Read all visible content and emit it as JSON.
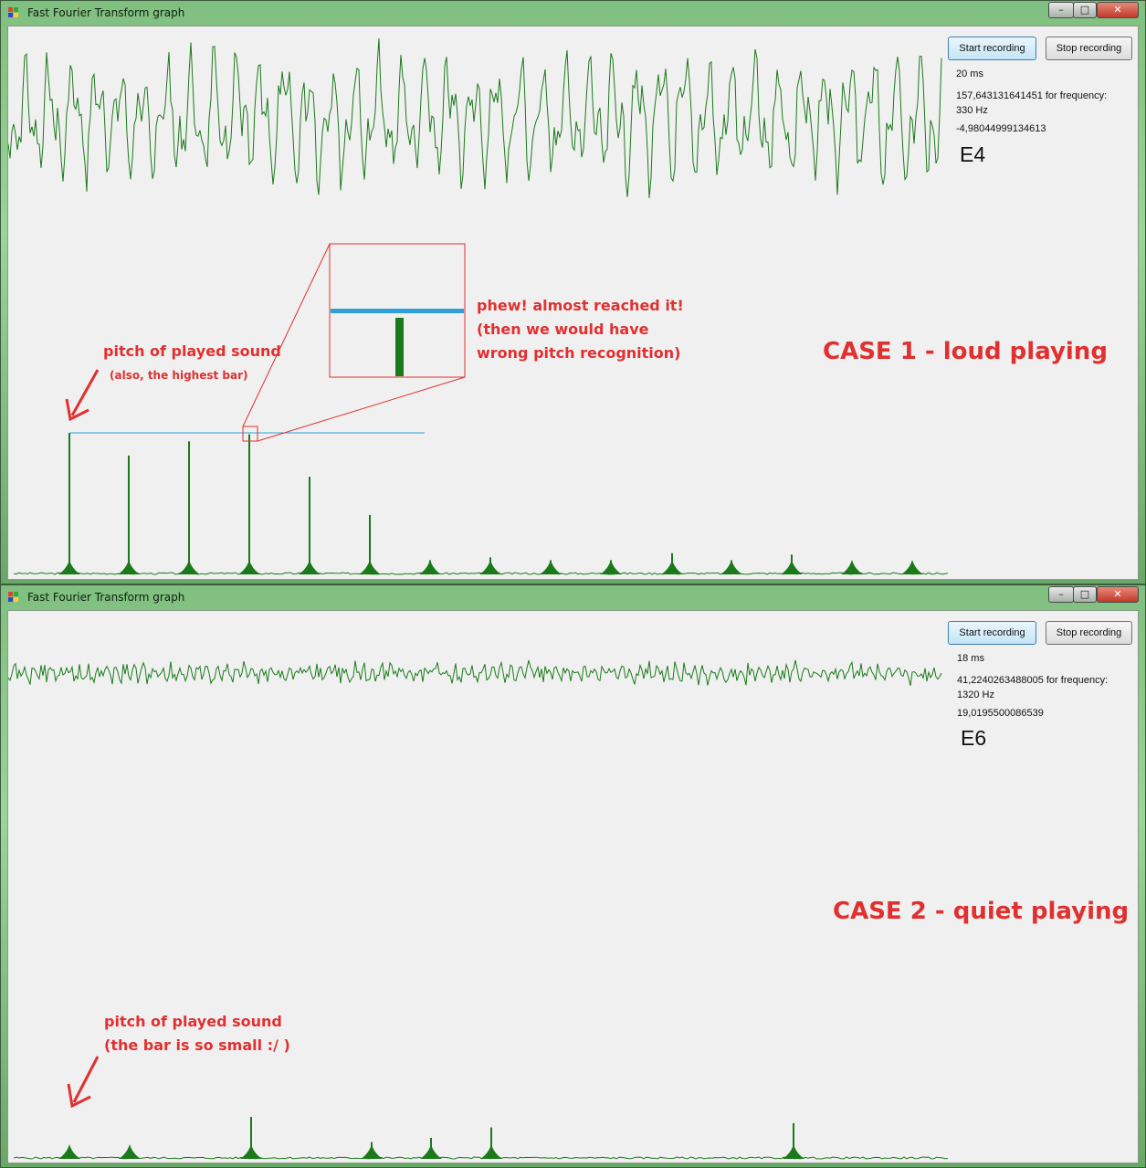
{
  "window_top": {
    "title": "Fast Fourier Transform graph",
    "minimize_icon": "minimize-icon",
    "maximize_icon": "maximize-icon",
    "close_icon": "close-icon",
    "start_label": "Start recording",
    "stop_label": "Stop recording",
    "time": "20 ms",
    "magnitude_line": "157,643131641451 for frequency:",
    "frequency": "330 Hz",
    "value": "-4,98044999134613",
    "note": "E4",
    "case_label": "CASE 1 - loud playing",
    "pitch_label": "pitch of played sound",
    "pitch_sub": "(also, the highest bar)",
    "zoom_label_1": "phew! almost reached it!",
    "zoom_label_2": "(then we would have",
    "zoom_label_3": "wrong pitch recognition)"
  },
  "window_bottom": {
    "title": "Fast Fourier Transform graph",
    "minimize_icon": "minimize-icon",
    "maximize_icon": "maximize-icon",
    "close_icon": "close-icon",
    "start_label": "Start recording",
    "stop_label": "Stop recording",
    "time": "18 ms",
    "magnitude_line": "41,2240263488005 for frequency:",
    "frequency": "1320 Hz",
    "value": "19,0195500086539",
    "note": "E6",
    "case_label": "CASE 2 - quiet playing",
    "pitch_label": "pitch of played sound",
    "pitch_sub": "(the bar is so small :/ )"
  },
  "colors": {
    "signal": "#1a7a1a",
    "annotation": "#e03030",
    "threshold": "#2f9fd8",
    "bar": "#1a7a1a"
  },
  "spectrum_top": {
    "peaks": [
      1.0,
      0.84,
      0.94,
      0.99,
      0.69,
      0.42,
      0.1,
      0.12,
      0.1,
      0.1,
      0.15,
      0.1,
      0.14,
      0.08,
      0.05
    ]
  },
  "spectrum_bottom": {
    "peaks": [
      0.03,
      0.05,
      0.2,
      0.08,
      0.1,
      0.15,
      0.17
    ]
  }
}
